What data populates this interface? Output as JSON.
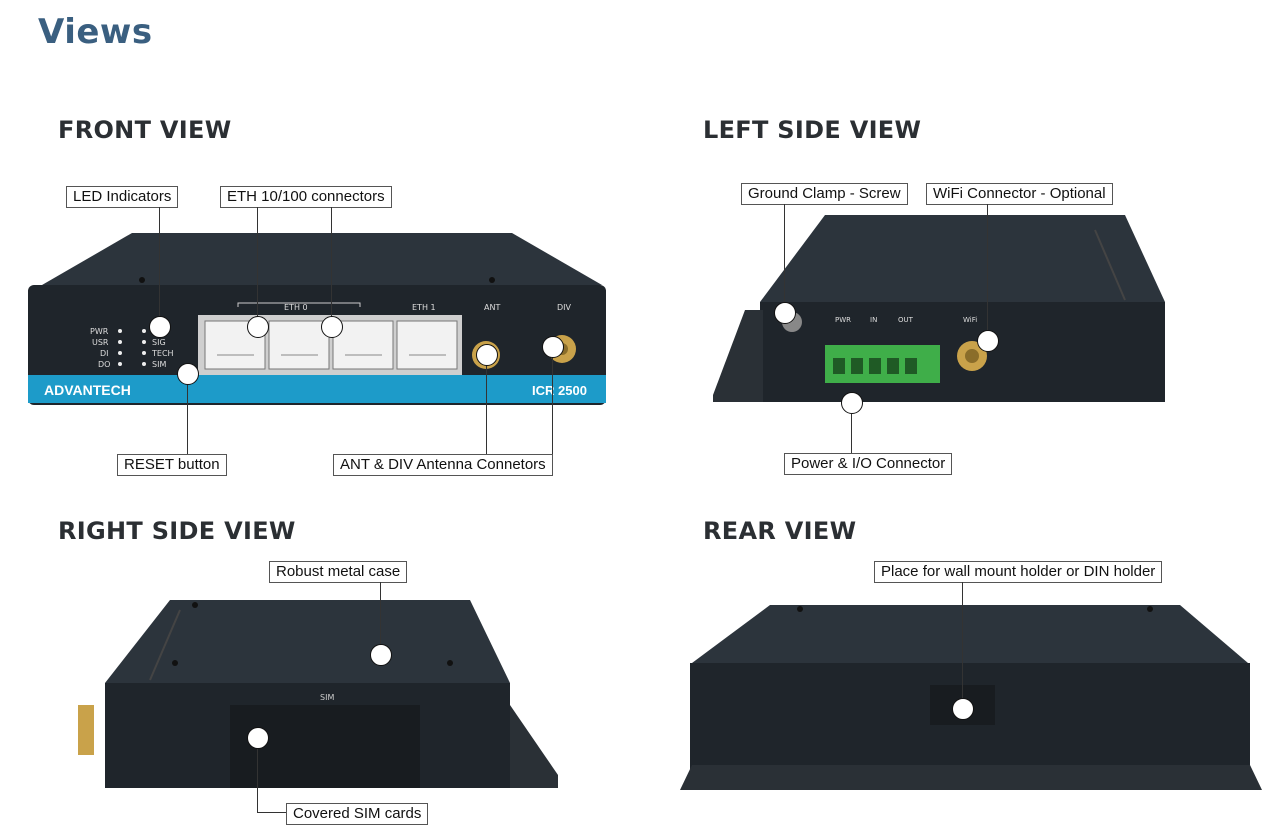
{
  "page": {
    "title": "Views"
  },
  "sections": {
    "front": {
      "title": "FRONT VIEW"
    },
    "left": {
      "title": "LEFT SIDE VIEW"
    },
    "right": {
      "title": "RIGHT SIDE VIEW"
    },
    "rear": {
      "title": "REAR VIEW"
    }
  },
  "callouts": {
    "led_indicators": "LED Indicators",
    "eth_connectors": "ETH 10/100 connectors",
    "reset_button": "RESET button",
    "antenna_connectors": "ANT & DIV Antenna Connetors",
    "ground_clamp": "Ground Clamp - Screw",
    "wifi_connector": "WiFi Connector - Optional",
    "power_io": "Power & I/O Connector",
    "metal_case": "Robust metal case",
    "sim_cards": "Covered SIM cards",
    "wall_mount": "Place for wall mount holder or DIN holder"
  },
  "device_labels": {
    "brand": "ADVANTECH",
    "model": "ICR 2500",
    "eth0": "ETH 0",
    "eth1": "ETH 1",
    "ant": "ANT",
    "div": "DIV",
    "led_left": [
      "PWR",
      "USR",
      "DI",
      "DO"
    ],
    "led_right": [
      "SIG",
      "TECH",
      "SIM"
    ],
    "left_leds": [
      "PWR",
      "IN",
      "OUT"
    ],
    "wifi": "WiFi",
    "sim": "SIM"
  },
  "colors": {
    "title_blue": "#3a5f80",
    "case": "#1f252b",
    "case_top": "#2c343c",
    "brand_stripe": "#1d9bc9",
    "terminal_green": "#3fae49",
    "brass": "#c9a24a"
  }
}
